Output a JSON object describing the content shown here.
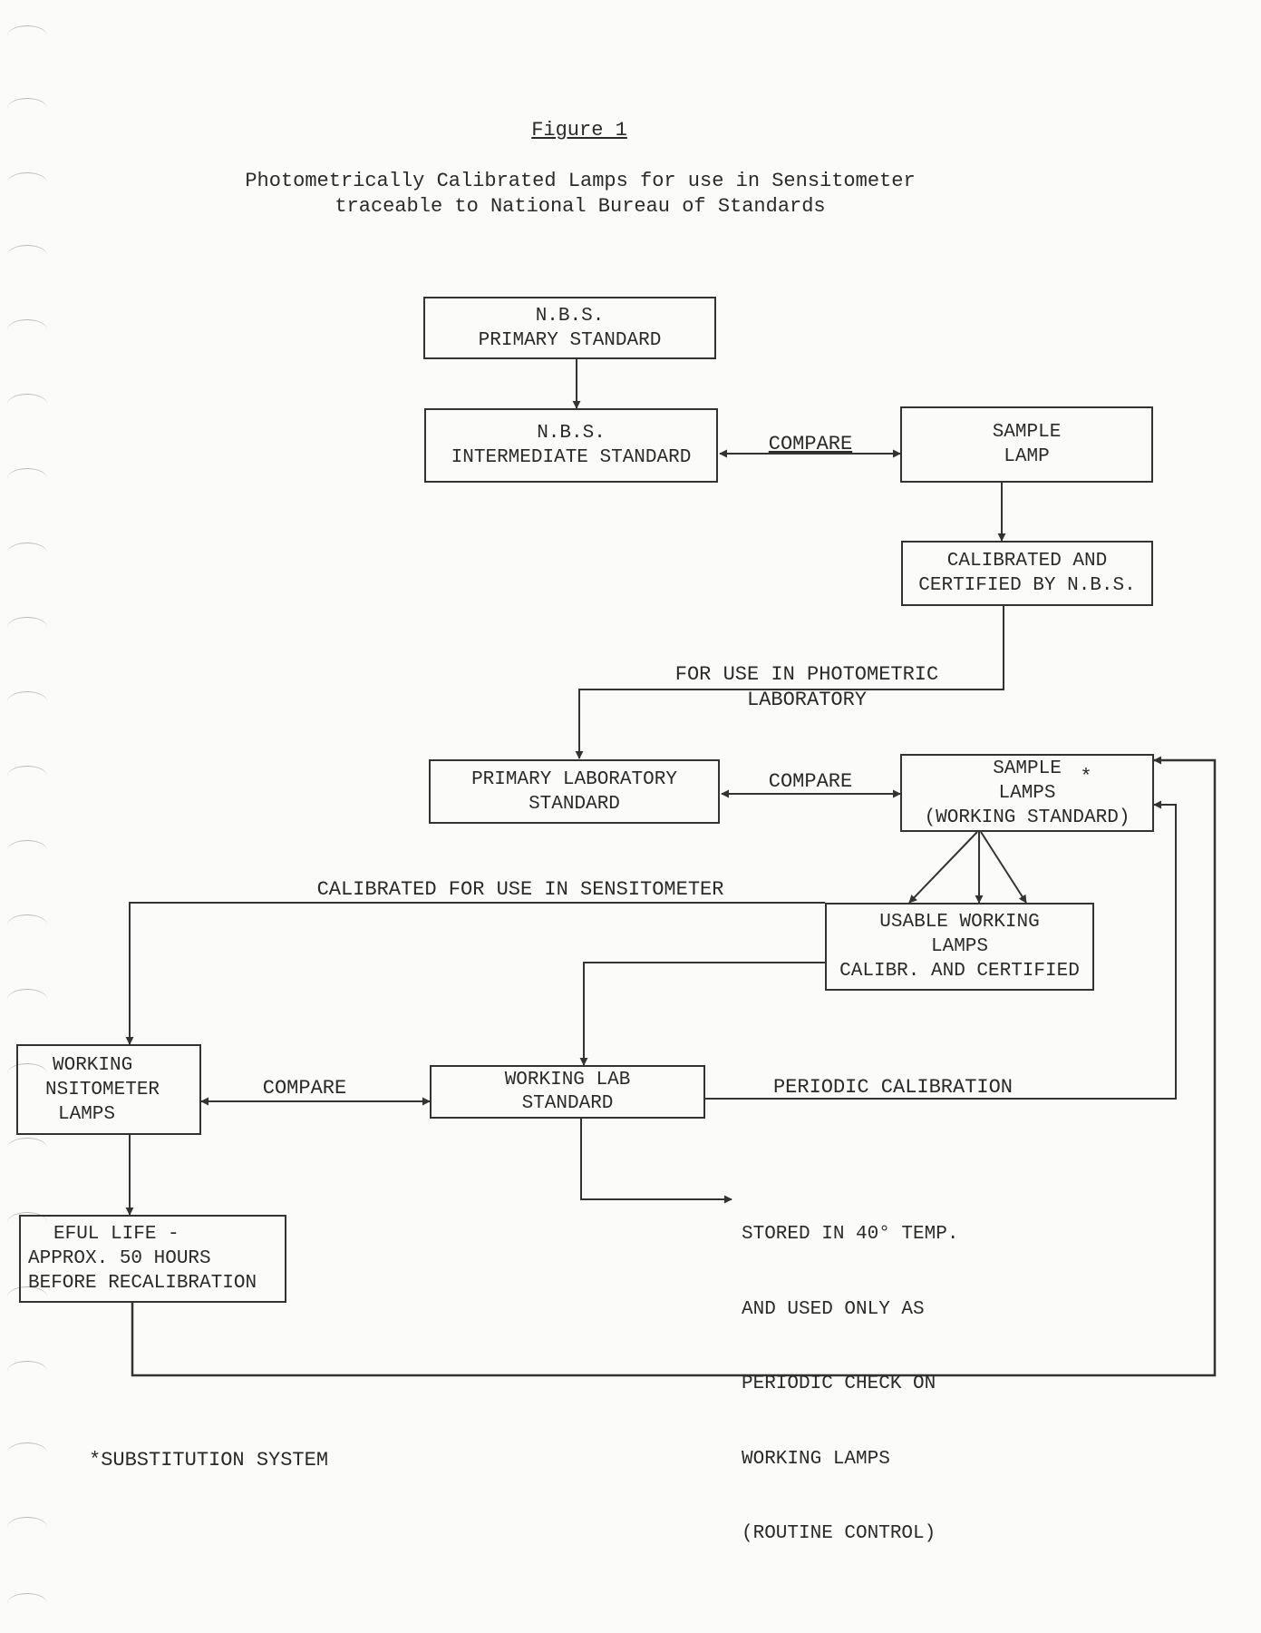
{
  "figure": {
    "label": "Figure 1",
    "title_line1": "Photometrically Calibrated Lamps for use in Sensitometer",
    "title_line2": "traceable to National Bureau of Standards"
  },
  "nodes": {
    "nbs_primary": [
      "N.B.S.",
      "PRIMARY STANDARD"
    ],
    "nbs_intermediate": [
      "N.B.S.",
      "INTERMEDIATE STANDARD"
    ],
    "sample_lamp": [
      "SAMPLE",
      "LAMP"
    ],
    "calibrated_certified": [
      "CALIBRATED AND",
      "CERTIFIED BY N.B.S."
    ],
    "primary_lab_standard": [
      "PRIMARY LABORATORY",
      "STANDARD"
    ],
    "sample_lamps_working": [
      "SAMPLE",
      "LAMPS",
      "(WORKING STANDARD)"
    ],
    "sample_lamps_asterisk": "*",
    "usable_working_lamps": [
      "USABLE WORKING",
      "LAMPS",
      "CALIBR. AND CERTIFIED"
    ],
    "working_sensitometer_lamps": [
      "WORKING",
      "NSITOMETER",
      "LAMPS"
    ],
    "working_lab_standard": [
      "WORKING LAB",
      "STANDARD"
    ],
    "useful_life": [
      "EFUL LIFE -",
      "APPROX. 50 HOURS",
      "BEFORE RECALIBRATION"
    ]
  },
  "edge_labels": {
    "compare_1": "COMPARE",
    "for_use_photometric_1": "FOR USE IN PHOTOMETRIC",
    "for_use_photometric_2": "LABORATORY",
    "compare_2": "COMPARE",
    "calibrated_for_sensitometer": "CALIBRATED FOR USE IN SENSITOMETER",
    "compare_3": "COMPARE",
    "periodic_calibration": "PERIODIC CALIBRATION"
  },
  "stored_note": [
    "STORED IN 40° TEMP.",
    "AND USED ONLY AS",
    "PERIODIC CHECK ON",
    "WORKING LAMPS",
    "(ROUTINE CONTROL)"
  ],
  "footnote": "*SUBSTITUTION SYSTEM",
  "colors": {
    "ink": "#2a2a2a",
    "paper": "#fbfbfa"
  }
}
